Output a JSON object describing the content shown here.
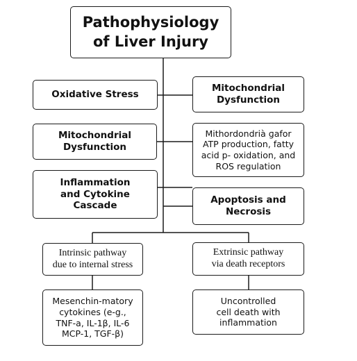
{
  "title": "Pathophysiology\nof Liver Injury",
  "nodes": {
    "oxidative_stress": "Oxidative Stress",
    "mito_dysfunction_right": "Mitochondrial\nDysfunction",
    "mito_dysfunction_left": "Mitochondrial\nDysfunction",
    "mito_detail": "Mithordondrià ɡafor\nATP production, fatty\nacid p- oxidation, and\nROS regulation",
    "inflammation": "Inflammation\nand Cytokine\nCascade",
    "apoptosis": "Apoptosis and\nNecrosis",
    "intrinsic": "Intrinsic pathway\ndue to internal stress",
    "extrinsic": "Extrinsic pathway\nvia death receptors",
    "cytokines": "Mesenchin-matory\ncytokines (e-g.,\nTNF-a, IL-1β, IL-6\nMCP-1, TGF-β)",
    "uncontrolled": "Uncontrolled\ncell death with\ninflammation"
  }
}
